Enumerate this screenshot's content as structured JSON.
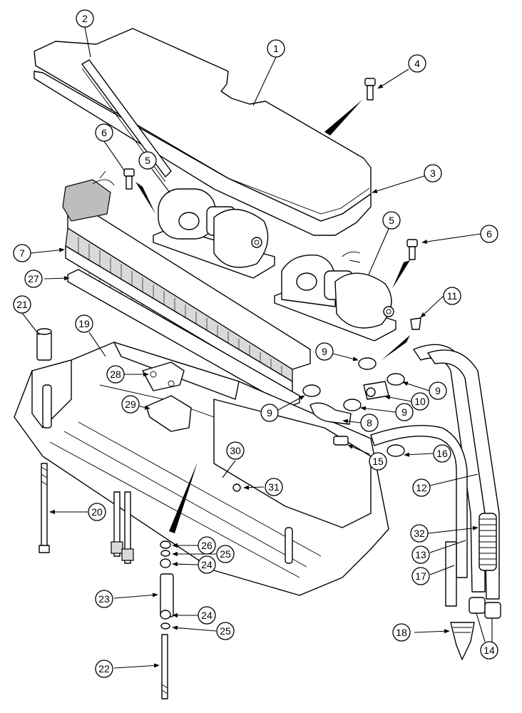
{
  "diagram": {
    "callouts": [
      "1",
      "2",
      "3",
      "4",
      "5",
      "5",
      "6",
      "6",
      "7",
      "8",
      "9",
      "9",
      "9",
      "9",
      "10",
      "11",
      "12",
      "13",
      "14",
      "15",
      "16",
      "17",
      "18",
      "19",
      "20",
      "21",
      "22",
      "23",
      "24",
      "24",
      "25",
      "25",
      "26",
      "27",
      "28",
      "29",
      "30",
      "31",
      "32"
    ]
  }
}
